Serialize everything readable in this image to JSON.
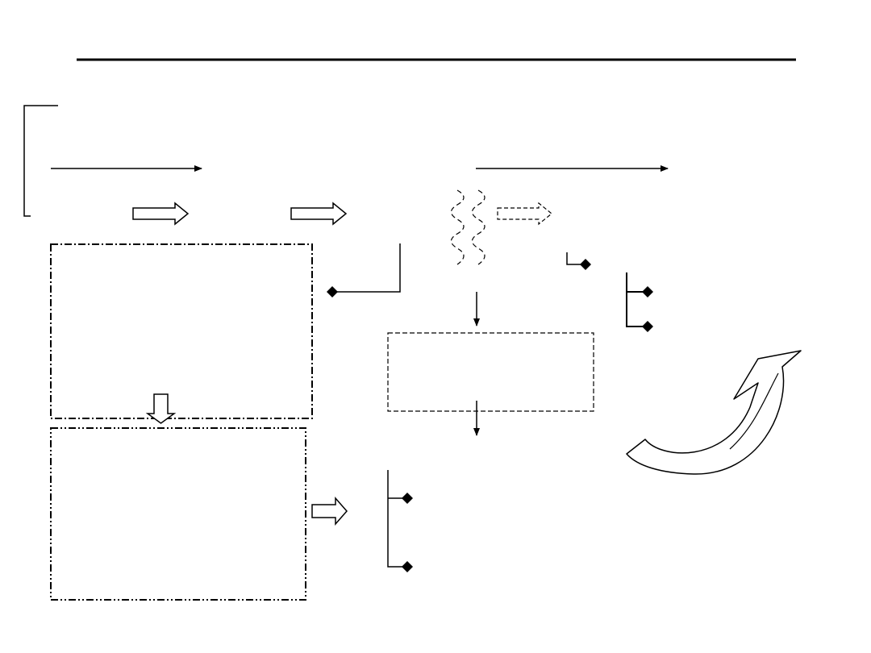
{
  "slide": {
    "background": "#ffffff",
    "ink_color": "#000000",
    "title": ""
  },
  "diagram": {
    "type": "flow-diagram",
    "text_labels": [],
    "elements": [
      "header-rule",
      "left-bracket",
      "long-arrow-left",
      "long-arrow-right",
      "block-arrow-1",
      "block-arrow-2",
      "wavy-lines",
      "dashed-block-arrow",
      "dash-dot-box-top",
      "dash-dot-box-bottom",
      "small-down-block-arrow",
      "connector-to-box",
      "dashed-center-box",
      "arrow-into-center-box",
      "arrow-out-of-center-box",
      "right-block-arrow",
      "bullet-tree-bottom",
      "bullet-tree-right",
      "curved-up-arrow"
    ],
    "icons": {
      "bullet": "diamond-bullet-icon",
      "arrowhead": "triangle-arrowhead-icon"
    }
  }
}
